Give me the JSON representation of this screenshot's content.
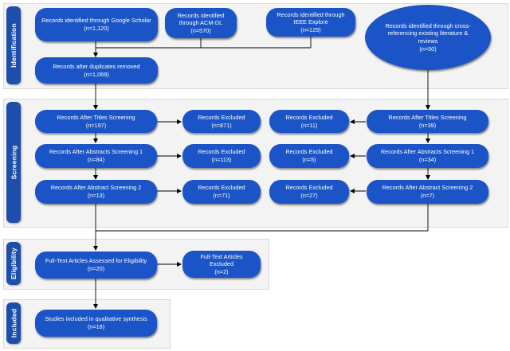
{
  "colors": {
    "box": "#1a54c6",
    "stage_label": "#1d4faa",
    "panel": "#f3f3f3",
    "connector": "#000000"
  },
  "stages": {
    "identification": "Identification",
    "screening": "Screening",
    "eligibility": "Eligibility",
    "included": "Included"
  },
  "identification": {
    "google_scholar": {
      "text": "Records identified through Google Scholar",
      "n": "(n=1,120)"
    },
    "acm": {
      "text": "Records identified through ACM-DL",
      "n": "(n=570)"
    },
    "ieee": {
      "text": "Records identified through IEEE Explore",
      "n": "(n=129)"
    },
    "cross_ref": {
      "text": "Records identified through cross-referencing existing literature & reviews",
      "n": "(n=50)"
    },
    "after_duplicates": {
      "text": "Records after duplicates removed",
      "n": "(n=1,069)"
    }
  },
  "screening": {
    "left": [
      {
        "text": "Records After Titles Screening",
        "n": "(n=197)"
      },
      {
        "text": "Records After Abstracts Screening 1",
        "n": "(n=84)"
      },
      {
        "text": "Records After Abstract Screening 2",
        "n": "(n=13)"
      }
    ],
    "left_excluded": [
      {
        "text": "Records Excluded",
        "n": "(n=871)"
      },
      {
        "text": "Records Excluded",
        "n": "(n=113)"
      },
      {
        "text": "Records Excluded",
        "n": "(n=71)"
      }
    ],
    "right_excluded": [
      {
        "text": "Records Excluded",
        "n": "(n=11)"
      },
      {
        "text": "Records Excluded",
        "n": "(n=5)"
      },
      {
        "text": "Records Excluded",
        "n": "(n=27)"
      }
    ],
    "right": [
      {
        "text": "Records After Titles Screening",
        "n": "(n=39)"
      },
      {
        "text": "Records After Abstracts Screening 1",
        "n": "(n=34)"
      },
      {
        "text": "Records After Abstract Screening 2",
        "n": "(n=7)"
      }
    ]
  },
  "eligibility": {
    "assessed": {
      "text": "Full-Text Articles Assessed for Eligibility",
      "n": "(n=20)"
    },
    "excluded": {
      "text": "Full-Text Articles Excluded",
      "n": "(n=2)"
    }
  },
  "included": {
    "synthesis": {
      "text": "Studies included in qualitative synthesis",
      "n": "(n=18)"
    }
  }
}
